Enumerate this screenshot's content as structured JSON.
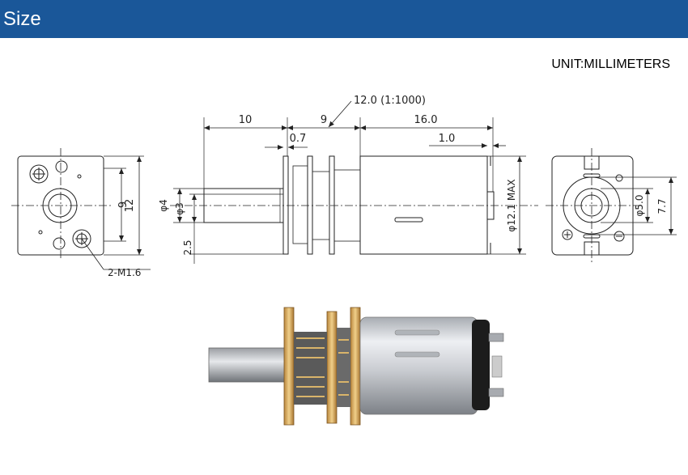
{
  "header": {
    "title": "Size",
    "bar_color": "#1a5799"
  },
  "unit_label": "UNIT:MILLIMETERS",
  "front_view": {
    "dims": {
      "width_9": "9",
      "height_12": "12",
      "offset_2_5": "2.5",
      "holes": "2-M1.6"
    }
  },
  "side_view": {
    "dims": {
      "shaft_length": "10",
      "gearbox_length": "9",
      "gearbox_note": "12.0 (1:1000)",
      "motor_length": "16.0",
      "plate_gap": "0.7",
      "terminal_gap": "1.0",
      "shaft_dia": "φ4",
      "shaft_flat": "φ3",
      "motor_dia": "φ12.1 MAX"
    }
  },
  "rear_view": {
    "dims": {
      "boss_dia": "φ5.0",
      "height_7_7": "7.7"
    }
  },
  "photo": {
    "icon": "motor-photo-icon"
  }
}
